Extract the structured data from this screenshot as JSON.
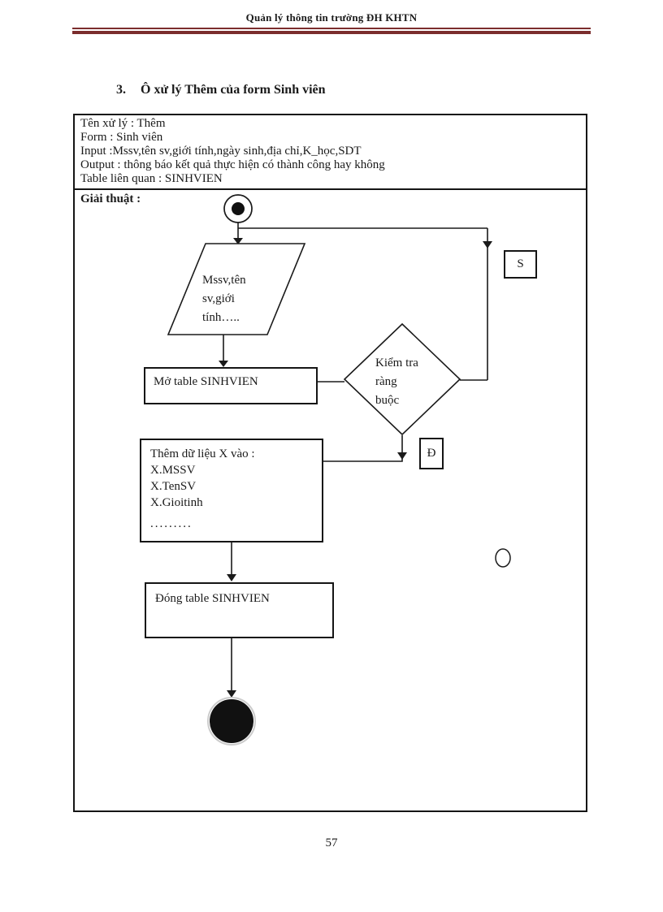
{
  "header": {
    "title": "Quản lý thông tin trường ĐH KHTN"
  },
  "heading": {
    "number": "3.",
    "title": "Ô xử lý Thêm của form Sinh viên"
  },
  "spec": {
    "rows": [
      "Tên xử lý : Thêm",
      "Form : Sinh viên",
      "Input :Mssv,tên sv,giới tính,ngày sinh,địa chỉ,K_học,SDT",
      "Output : thông báo kết quả thực hiện có thành công hay không",
      "Table liên quan : SINHVIEN"
    ],
    "algorithm_label": "Giải thuật :"
  },
  "flowchart": {
    "input_lines": [
      "Mssv,tên",
      "sv,giới",
      "tính….."
    ],
    "open_table_label": "Mở table  SINHVIEN",
    "decision_lines": [
      "Kiểm tra",
      "ràng",
      "buộc"
    ],
    "branch_no": "S",
    "branch_yes": "Đ",
    "insert_lines": [
      "Thêm  dữ liệu  X vào :",
      "X.MSSV",
      "X.TenSV",
      "X.Gioitinh"
    ],
    "insert_dots": ".........",
    "close_table_label": "Đóng table  SINHVIEN"
  },
  "page_number": "57",
  "colors": {
    "rule": "#7b2d2d",
    "ink": "#1a1a1a"
  }
}
